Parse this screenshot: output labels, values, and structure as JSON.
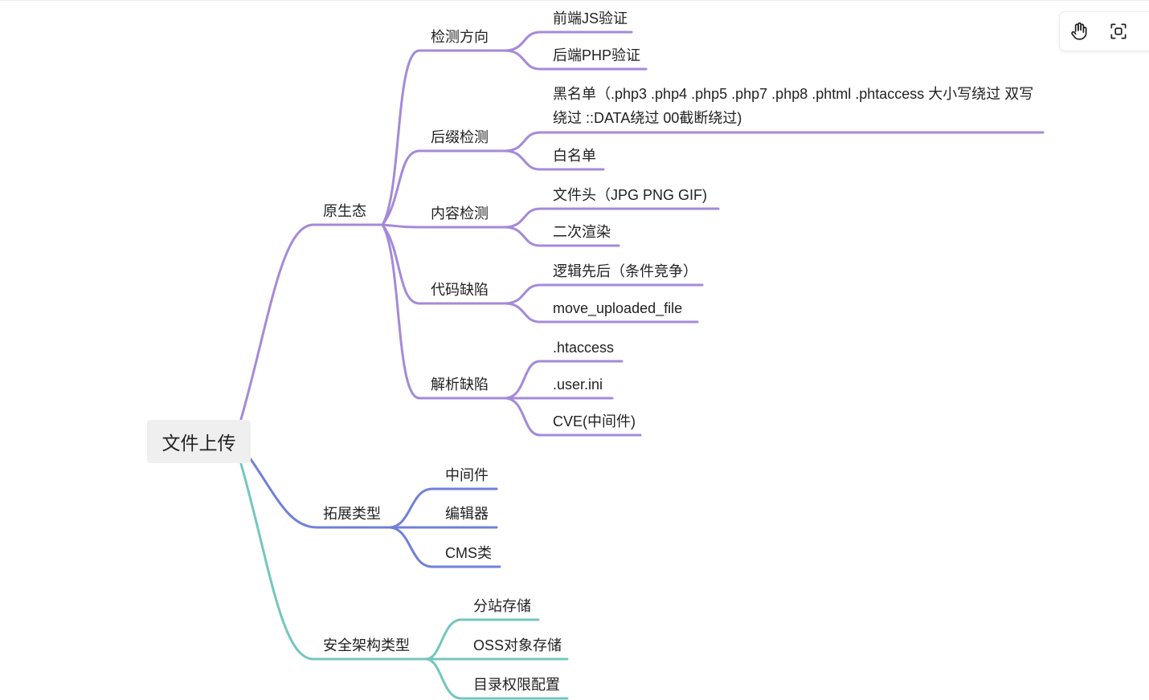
{
  "mindmap": {
    "root": "文件上传",
    "branches": [
      {
        "label": "原生态",
        "color": "#a48ad8",
        "children": [
          {
            "label": "检测方向",
            "children": [
              "前端JS验证",
              "后端PHP验证"
            ]
          },
          {
            "label": "后缀检测",
            "children": [
              "黑名单（.php3 .php4 .php5 .php7 .php8 .phtml .phtaccess 大小写绕过 双写绕过 ::DATA绕过  00截断绕过)",
              "白名单"
            ]
          },
          {
            "label": "内容检测",
            "children": [
              "文件头（JPG PNG GIF)",
              "二次渲染"
            ]
          },
          {
            "label": "代码缺陷",
            "children": [
              "逻辑先后（条件竞争）",
              "move_uploaded_file"
            ]
          },
          {
            "label": "解析缺陷",
            "children": [
              ".htaccess",
              ".user.ini",
              "CVE(中间件)"
            ]
          }
        ]
      },
      {
        "label": "拓展类型",
        "color": "#7080d8",
        "children": [
          {
            "label": "中间件"
          },
          {
            "label": "编辑器"
          },
          {
            "label": "CMS类"
          }
        ]
      },
      {
        "label": "安全架构类型",
        "color": "#74c6c0",
        "children": [
          {
            "label": "分站存储"
          },
          {
            "label": "OSS对象存储"
          },
          {
            "label": "目录权限配置"
          }
        ]
      }
    ]
  },
  "toolbar": {
    "icons": [
      "hand-icon",
      "fit-view-icon"
    ]
  }
}
